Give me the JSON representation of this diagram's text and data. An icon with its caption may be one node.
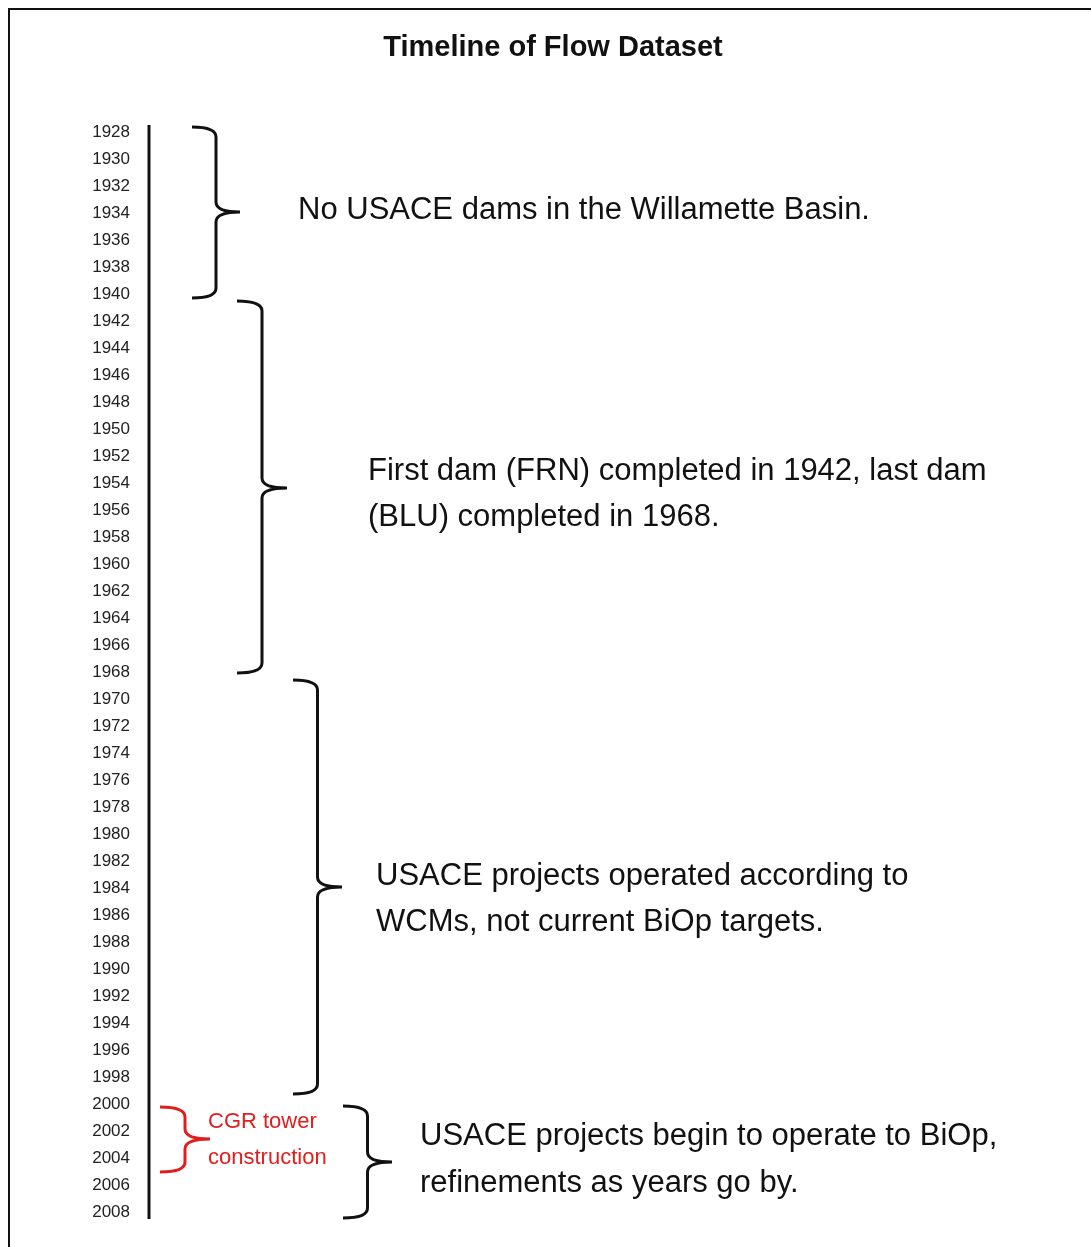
{
  "diagram": {
    "title": "Timeline of Flow Dataset",
    "nodes": [
      {
        "text": [
          "No USACE dams in the Willamette Basin."
        ]
      },
      {
        "text": [
          "First dam (FRN) completed in 1942, last dam (BLU) completed in 1968."
        ]
      },
      {
        "text": [
          "USACE projects operated according to WCMs, not current BiOp targets."
        ]
      },
      {
        "text": [
          "CGR tower construction"
        ]
      },
      {
        "text": [
          "USACE projects begin to operate to BiOp, refinements as years go by."
        ]
      }
    ],
    "labels": [
      "1928",
      "1930",
      "1932",
      "1934",
      "1936",
      "1938",
      "1940",
      "1942",
      "1944",
      "1946",
      "1948",
      "1950",
      "1952",
      "1954",
      "1956",
      "1958",
      "1960",
      "1962",
      "1964",
      "1966",
      "1968",
      "1970",
      "1972",
      "1974",
      "1976",
      "1978",
      "1980",
      "1982",
      "1984",
      "1986",
      "1988",
      "1990",
      "1992",
      "1994",
      "1996",
      "1998",
      "2000",
      "2002",
      "2004",
      "2006",
      "2008"
    ]
  }
}
